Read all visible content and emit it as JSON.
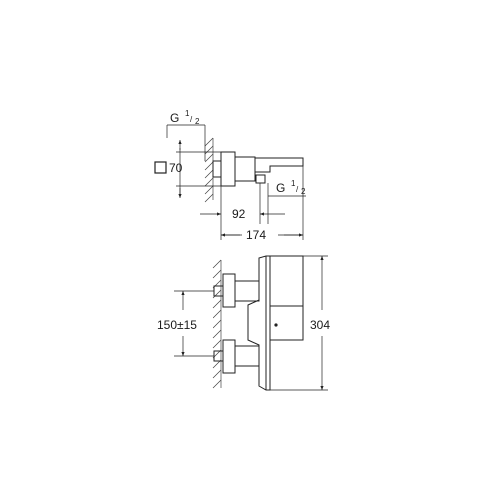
{
  "drawing": {
    "top_view": {
      "inlet_thread": {
        "prefix": "G",
        "num": "1",
        "den": "2"
      },
      "square_symbol": "square-icon",
      "body_size": "70",
      "outlet_thread": {
        "prefix": "G",
        "num": "1",
        "den": "2"
      },
      "spout_offset": "92",
      "projection": "174"
    },
    "front_view": {
      "inlet_spacing": "150±15",
      "height": "304"
    },
    "colors": {
      "line": "#222222",
      "background": "#ffffff"
    }
  }
}
